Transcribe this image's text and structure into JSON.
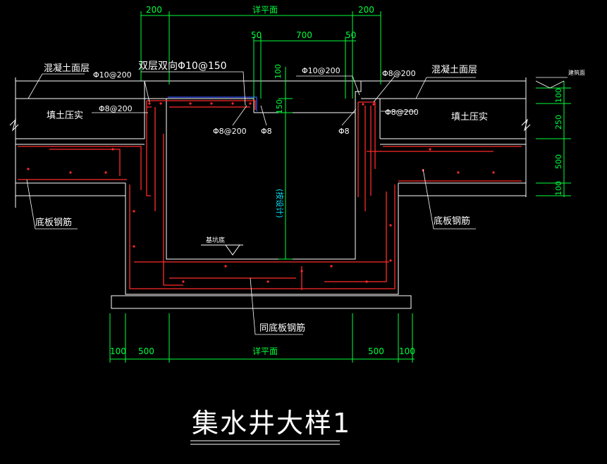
{
  "title": "集水井大样1",
  "colors": {
    "background": "#000000",
    "outline": "#ffffff",
    "rebar": "#ff2a2a",
    "dimension": "#00ff3c",
    "label": "#ffffff",
    "cyan_note": "#00e5ff",
    "blue_bar": "#3a5bff"
  },
  "labels": {
    "concrete_surface_left": "混凝土面层",
    "concrete_surface_right": "混凝土面层",
    "fill_left": "填土压实",
    "fill_right": "填土压实",
    "bottom_rebar_left": "底板钢筋",
    "bottom_rebar_right": "底板钢筋",
    "same_as_bottom": "同底板钢筋",
    "double_layer": "双层双向Φ10@150",
    "rebar_tl": "Φ10@200",
    "rebar_tr": "Φ10@200",
    "rebar_l_mid": "Φ8@200",
    "rebar_r_mid": "Φ8@200",
    "rebar_inner_l": "Φ8@200",
    "rebar_inner_l2": "Φ8",
    "rebar_inner_r": "Φ8",
    "rebar_r_top": "Φ8@200",
    "pit_bottom": "基坑底",
    "finish_level": "建筑面",
    "equipment_note": "(按设计)"
  },
  "dims": {
    "top_left": "200",
    "top_mid": "详平面",
    "top_right": "200",
    "inner_left": "50",
    "inner_mid": "700",
    "inner_right": "50",
    "v_100": "100",
    "v_150": "150",
    "r_100a": "100",
    "r_250": "250",
    "r_500": "500",
    "r_100b": "100",
    "b_100l": "100",
    "b_500l": "500",
    "b_mid": "详平面",
    "b_500r": "500",
    "b_100r": "100"
  }
}
